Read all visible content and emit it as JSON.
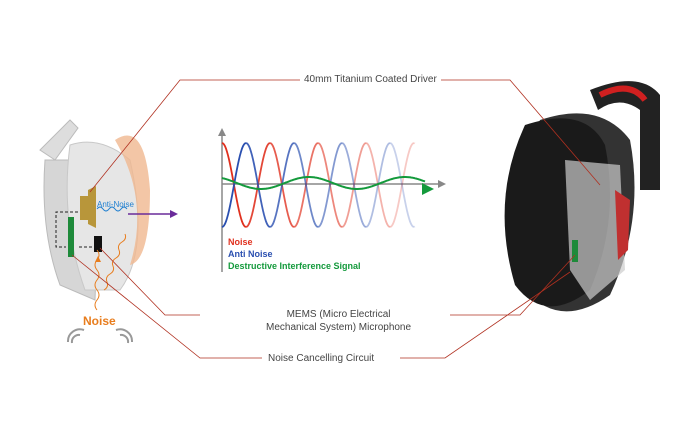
{
  "labels": {
    "driver": "40mm Titanium Coated Driver",
    "mems_line1": "MEMS (Micro Electrical",
    "mems_line2": "Mechanical System) Microphone",
    "circuit": "Noise Cancelling Circuit"
  },
  "left_diagram": {
    "anti_noise": "Anti-Noise",
    "noise": "Noise"
  },
  "legend": [
    {
      "label": "Noise",
      "color": "#e0301e"
    },
    {
      "label": "Anti Noise",
      "color": "#2a4fb0"
    },
    {
      "label": "Destructive Interference Signal",
      "color": "#149a3c"
    }
  ],
  "colors": {
    "leader": "#b03020",
    "noise": "#e87d1e",
    "anti_noise_wave": "#1f7fd0",
    "arrow": "#6a2b9a",
    "circuit": "#1e8a3a",
    "driver": "#b8963a"
  }
}
